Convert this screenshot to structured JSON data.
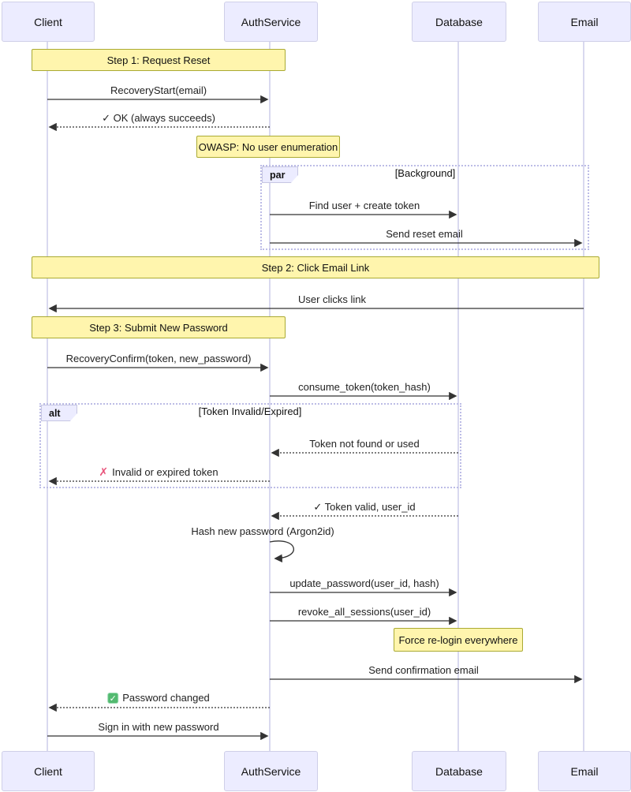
{
  "participants": [
    {
      "name": "Client"
    },
    {
      "name": "AuthService"
    },
    {
      "name": "Database"
    },
    {
      "name": "Email"
    }
  ],
  "notes": {
    "step1": "Step 1: Request Reset",
    "owasp": "OWASP: No user enumeration",
    "step2": "Step 2: Click Email Link",
    "step3": "Step 3: Submit New Password",
    "force_relogin": "Force re-login everywhere"
  },
  "blocks": {
    "par": {
      "label": "par",
      "guard": "[Background]"
    },
    "alt": {
      "label": "alt",
      "guard": "[Token Invalid/Expired]"
    }
  },
  "messages": [
    {
      "text": "RecoveryStart(email)",
      "from": "Client",
      "to": "AuthService",
      "line": "solid"
    },
    {
      "text": "✓ OK (always succeeds)",
      "from": "AuthService",
      "to": "Client",
      "line": "dashed"
    },
    {
      "text": "Find user + create token",
      "from": "AuthService",
      "to": "Database",
      "line": "solid"
    },
    {
      "text": "Send reset email",
      "from": "AuthService",
      "to": "Email",
      "line": "solid"
    },
    {
      "text": "User clicks link",
      "from": "Email",
      "to": "Client",
      "line": "solid"
    },
    {
      "text": "RecoveryConfirm(token, new_password)",
      "from": "Client",
      "to": "AuthService",
      "line": "solid"
    },
    {
      "text": "consume_token(token_hash)",
      "from": "AuthService",
      "to": "Database",
      "line": "solid"
    },
    {
      "text": "Token not found or used",
      "from": "Database",
      "to": "AuthService",
      "line": "dashed"
    },
    {
      "text": "Invalid or expired token",
      "icon": "cross",
      "from": "AuthService",
      "to": "Client",
      "line": "dashed"
    },
    {
      "text": "✓ Token valid, user_id",
      "from": "Database",
      "to": "AuthService",
      "line": "dashed"
    },
    {
      "text": "Hash new password (Argon2id)",
      "from": "AuthService",
      "to": "AuthService",
      "line": "self"
    },
    {
      "text": "update_password(user_id, hash)",
      "from": "AuthService",
      "to": "Database",
      "line": "solid"
    },
    {
      "text": "revoke_all_sessions(user_id)",
      "from": "AuthService",
      "to": "Database",
      "line": "solid"
    },
    {
      "text": "Send confirmation email",
      "from": "AuthService",
      "to": "Email",
      "line": "solid"
    },
    {
      "text": "Password changed",
      "icon": "check",
      "from": "AuthService",
      "to": "Client",
      "line": "dashed"
    },
    {
      "text": "Sign in with new password",
      "from": "Client",
      "to": "AuthService",
      "line": "solid"
    }
  ],
  "icons": {
    "cross": "✗",
    "check": "✓"
  },
  "colors": {
    "actor_fill": "#ECECFF",
    "actor_border": "#CFCFE8",
    "note_fill": "#FFF5AD",
    "note_border": "#AAAA33",
    "lifeline": "#C9C9E8",
    "frame_border": "#BCBCE6",
    "arrow": "#333333",
    "cross_icon": "#E8537A",
    "check_icon_bg": "#53BA70"
  }
}
